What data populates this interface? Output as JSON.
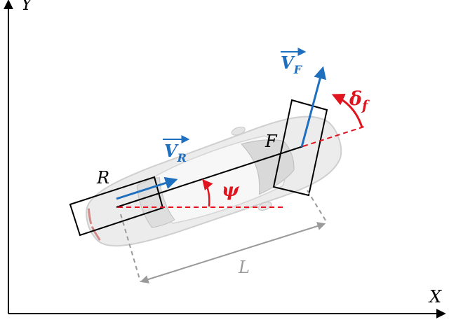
{
  "axes": {
    "y_label": "Y",
    "x_label": "X"
  },
  "labels": {
    "rear_wheel": "R",
    "front_wheel": "F",
    "wheelbase": "L",
    "heading_angle": "ψ",
    "steering_angle_main": "δ",
    "steering_angle_sub": "f",
    "rear_velocity_main": "V",
    "rear_velocity_sub": "R",
    "front_velocity_main": "V",
    "front_velocity_sub": "F"
  },
  "colors": {
    "axis": "#000000",
    "velocity": "#1f6fbf",
    "angle": "#e0141e",
    "dimension": "#9a9a9a",
    "car_body": "#e9e9e9",
    "car_outline": "#c8c8c8",
    "wheel": "#000000"
  },
  "icons": {
    "vehicle": "car-top-view-icon"
  }
}
